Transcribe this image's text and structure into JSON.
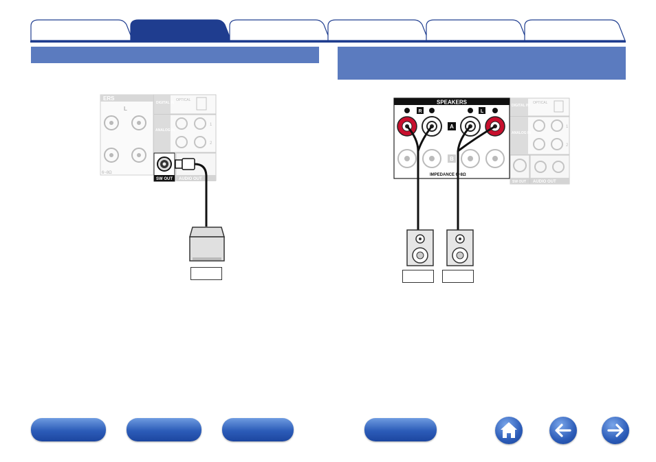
{
  "tabs": [
    {
      "label": ""
    },
    {
      "label": "",
      "active": true
    },
    {
      "label": ""
    },
    {
      "label": ""
    },
    {
      "label": ""
    },
    {
      "label": ""
    }
  ],
  "left_section": {
    "title": ""
  },
  "right_section": {
    "title": ""
  },
  "left_panel": {
    "speakers_fragment": "ERS",
    "digital_in": "DIGITAL IN",
    "optical": "OPTICAL",
    "analog_in": "ANALOG IN",
    "analog_1": "1",
    "analog_2": "2",
    "sw_out": "SW OUT",
    "audio_out": "AUDIO OUT",
    "l_mark": "L",
    "ohm": "6~8Ω",
    "label_box": ""
  },
  "right_panel": {
    "speakers": "SPEAKERS",
    "r_mark": "R",
    "l_mark": "L",
    "a_mark": "A",
    "b_mark": "B",
    "impedance": "IMPEDANCE 6~8Ω",
    "digital_in": "DIGITAL IN",
    "optical": "OPTICAL",
    "analog_in": "ANALOG IN",
    "analog_1": "1",
    "analog_2": "2",
    "sw_out": "SW OUT",
    "audio_out": "AUDIO OUT",
    "label_box_1": "",
    "label_box_2": ""
  },
  "bottom_nav": [
    {
      "label": ""
    },
    {
      "label": ""
    },
    {
      "label": ""
    },
    {
      "label": ""
    }
  ],
  "icons": [
    "home-icon",
    "back-arrow-icon",
    "forward-arrow-icon"
  ],
  "colors": {
    "accent": "#5b7bbf",
    "tab_active": "#1f3d8f",
    "terminal_red": "#c8102e"
  }
}
